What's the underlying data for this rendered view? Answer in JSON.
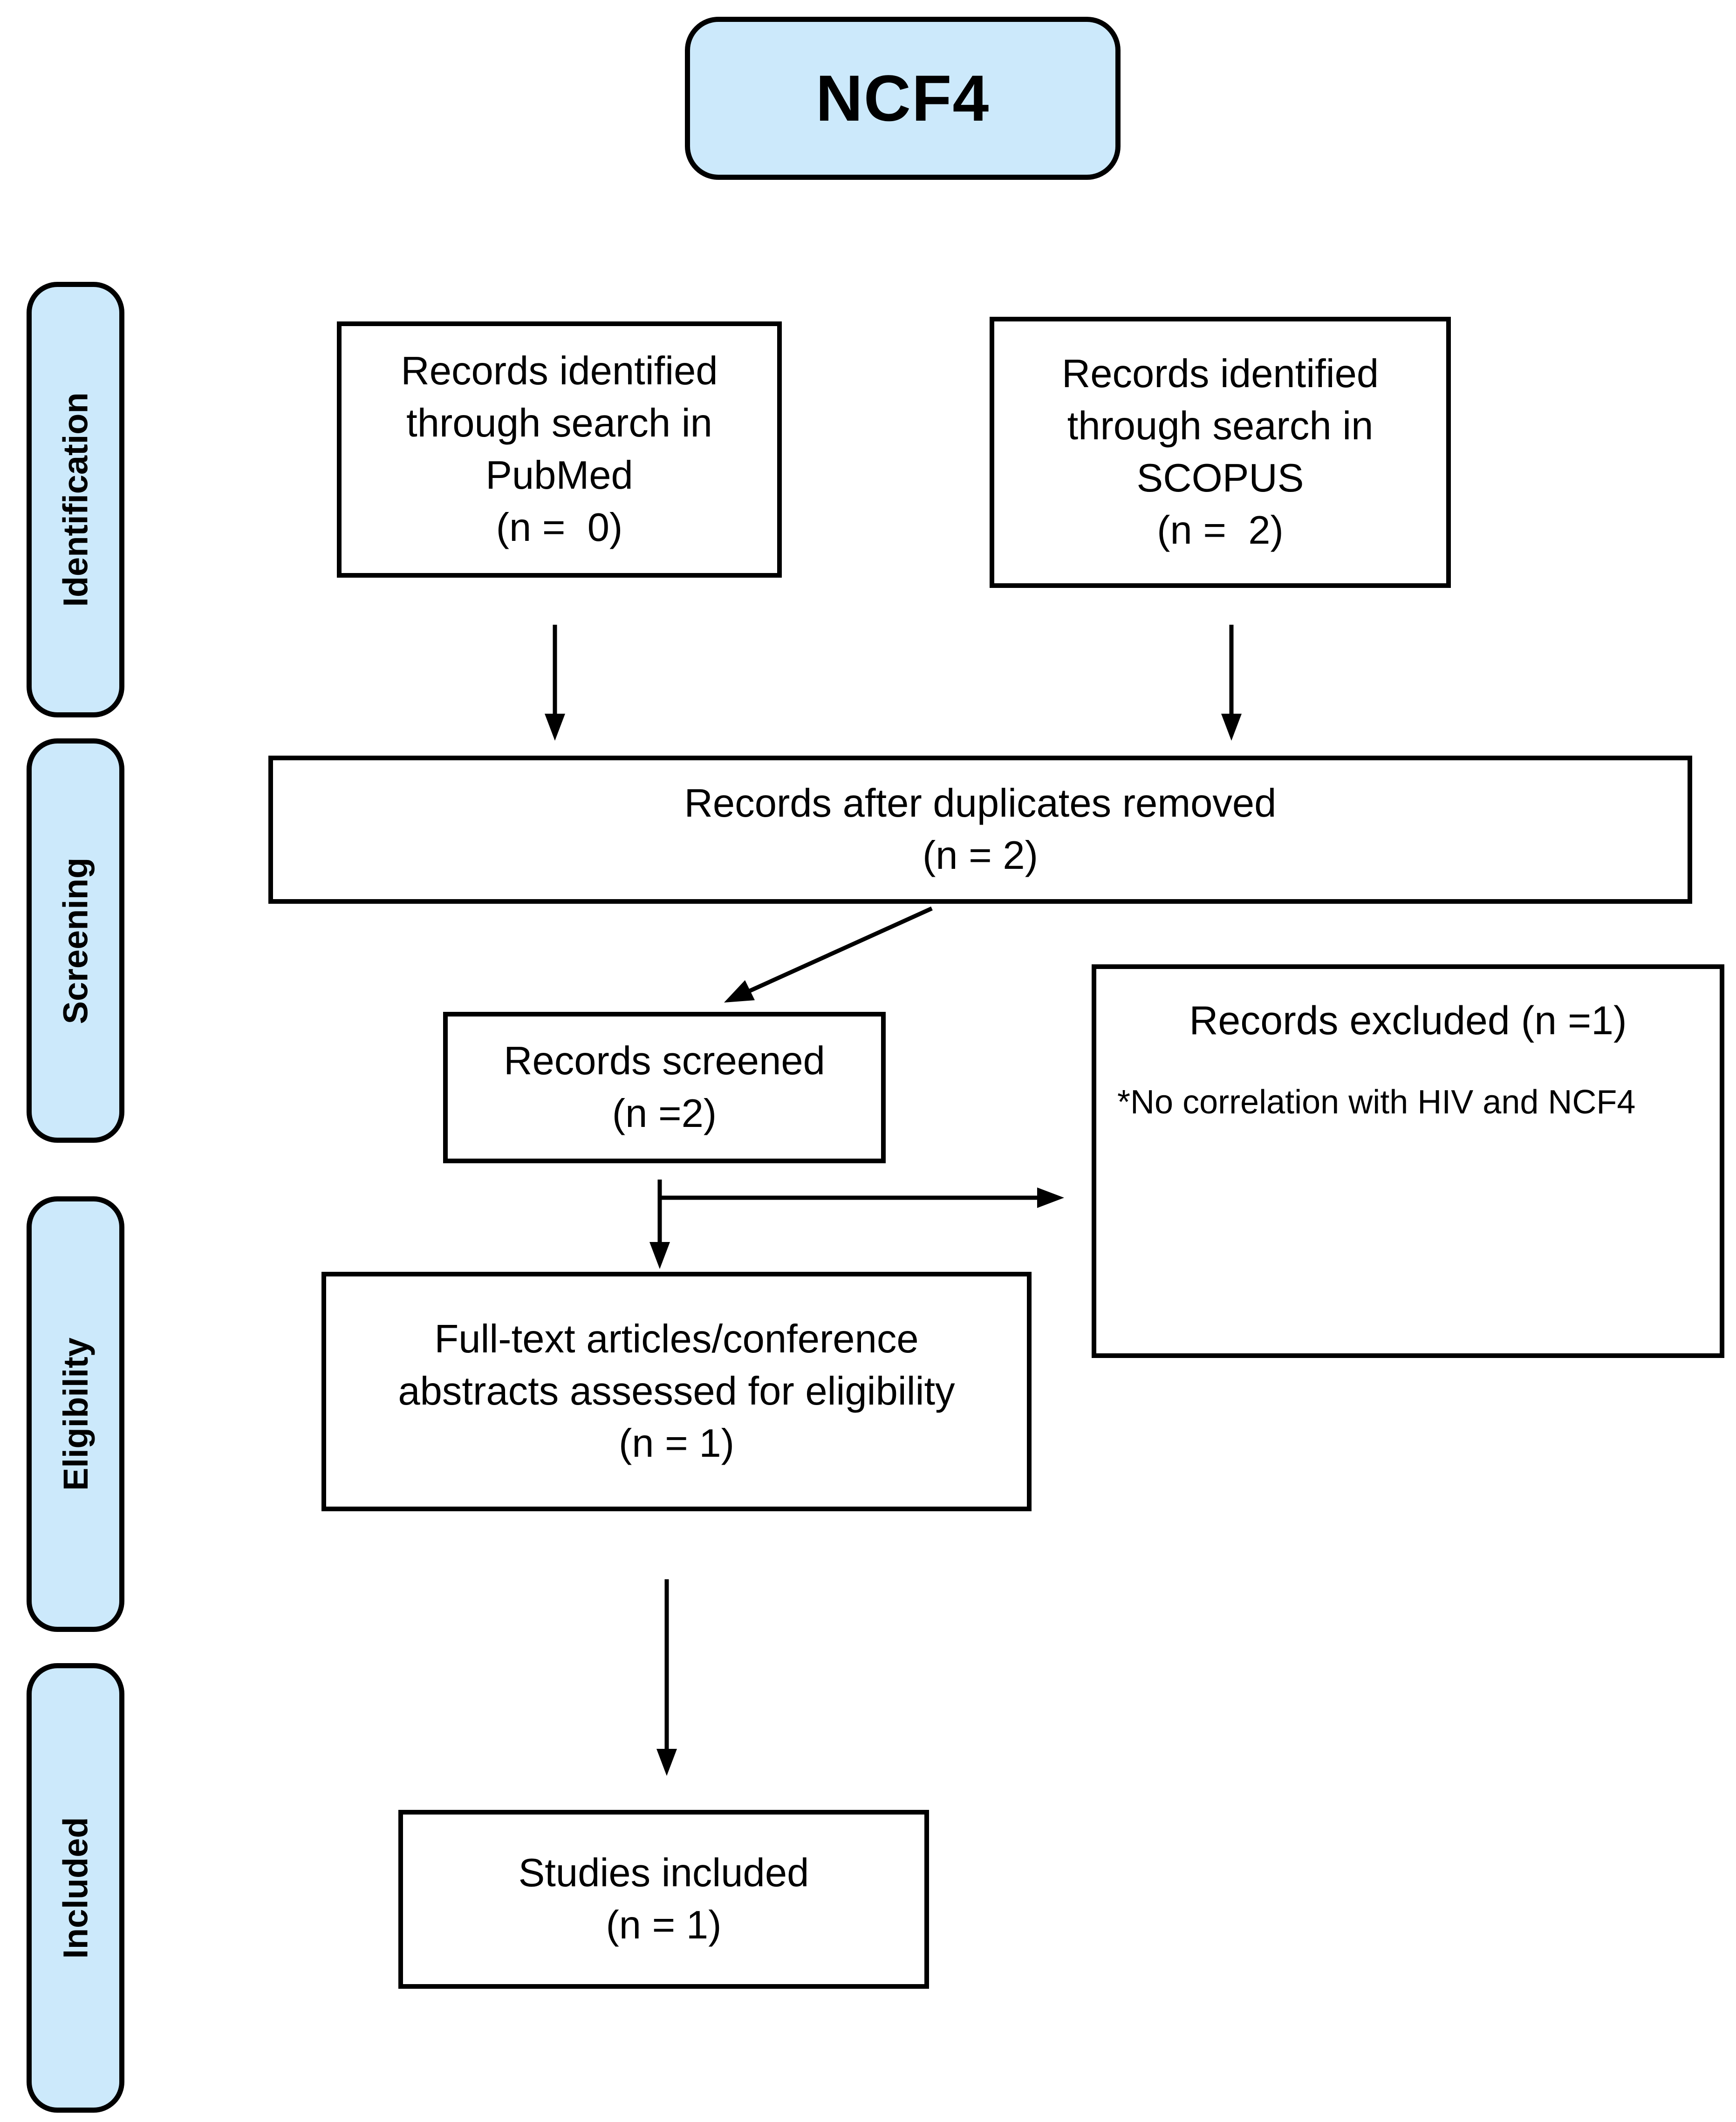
{
  "title_box": {
    "label": "NCF4"
  },
  "colors": {
    "node_fill": "#ffffff",
    "stage_fill": "#cce9fb",
    "border": "#000000",
    "background": "#ffffff"
  },
  "sidebar": {
    "stages": [
      {
        "label": "Identification"
      },
      {
        "label": "Screening"
      },
      {
        "label": "Eligibility"
      },
      {
        "label": "Included"
      }
    ]
  },
  "nodes": {
    "pubmed": {
      "text": "Records identified\nthrough search in\nPubMed\n(n =  0)"
    },
    "scopus": {
      "text": "Records identified\nthrough search in\nSCOPUS\n(n =  2)"
    },
    "duplicates": {
      "text": "Records after duplicates removed\n(n = 2)"
    },
    "screened": {
      "text": "Records screened\n(n =2)"
    },
    "excluded": {
      "title": "Records excluded (n =1)",
      "note": "*No correlation with HIV and NCF4"
    },
    "fulltext": {
      "text": "Full-text articles/conference\nabstracts assessed for eligibility\n(n = 1)"
    },
    "studies": {
      "text": "Studies included\n(n = 1)"
    }
  }
}
